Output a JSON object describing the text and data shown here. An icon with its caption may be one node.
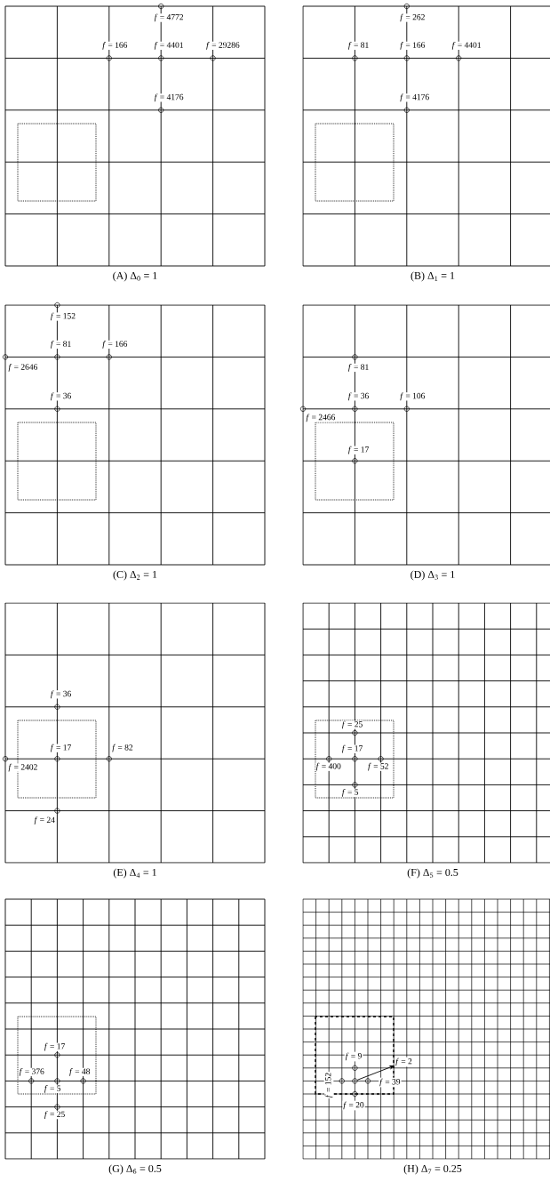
{
  "diagram": {
    "nodes": [
      {
        "text": [
          "*f* = 4772",
          "*f* = 166",
          "*f* = 4401",
          "*f* = 29286",
          "*f* = 4176"
        ],
        "beside": [
          "(A) Δ$_{0}$ = 1"
        ]
      },
      {
        "text": [
          "*f* = 262",
          "*f* = 81",
          "*f* = 166",
          "*f* = 4401",
          "*f* = 4176"
        ],
        "beside": [
          "(B) Δ$_{1}$ = 1"
        ]
      },
      {
        "text": [
          "*f* = 152",
          "*f* = 81",
          "*f* = 166",
          "*f* = 2646",
          "*f* = 36"
        ],
        "beside": [
          "(C) Δ$_{2}$ = 1"
        ]
      },
      {
        "text": [
          "*f* = 81",
          "*f* = 36",
          "*f* = 106",
          "*f* = 2466",
          "*f* = 17"
        ],
        "beside": [
          "(D) Δ$_{3}$ = 1"
        ]
      },
      {
        "text": [
          "*f* = 36",
          "*f* = 17",
          "*f* = 82",
          "*f* = 2402",
          "*f* = 24"
        ],
        "beside": [
          "(E) Δ$_{4}$ = 1"
        ]
      },
      {
        "text": [
          "*f* = 25",
          "*f* = 17",
          "*f* = 400",
          "*f* = 52",
          "*f* = 5"
        ],
        "beside": [
          "(F) Δ$_{5}$ = 0.5"
        ]
      },
      {
        "text": [
          "*f* = 17",
          "*f* = 376",
          "*f* = 48",
          "*f* = 5",
          "*f* = 25"
        ],
        "beside": [
          "(G) Δ$_{6}$ = 0.5"
        ]
      },
      {
        "text": [
          "*f* = 9",
          "*f* = 152",
          "*f* = 39",
          "*f* = 20"
        ],
        "beside": [
          "(H) Δ$_{7}$ = 0.25"
        ]
      },
      {
        "text": [],
        "shape": "circle",
        "in": 7
      },
      {
        "text": [
          "*f* = 2"
        ],
        "in": 7
      }
    ],
    "edges": [
      {
        "from": 8,
        "to": 9,
        "arrow": "to"
      }
    ]
  }
}
